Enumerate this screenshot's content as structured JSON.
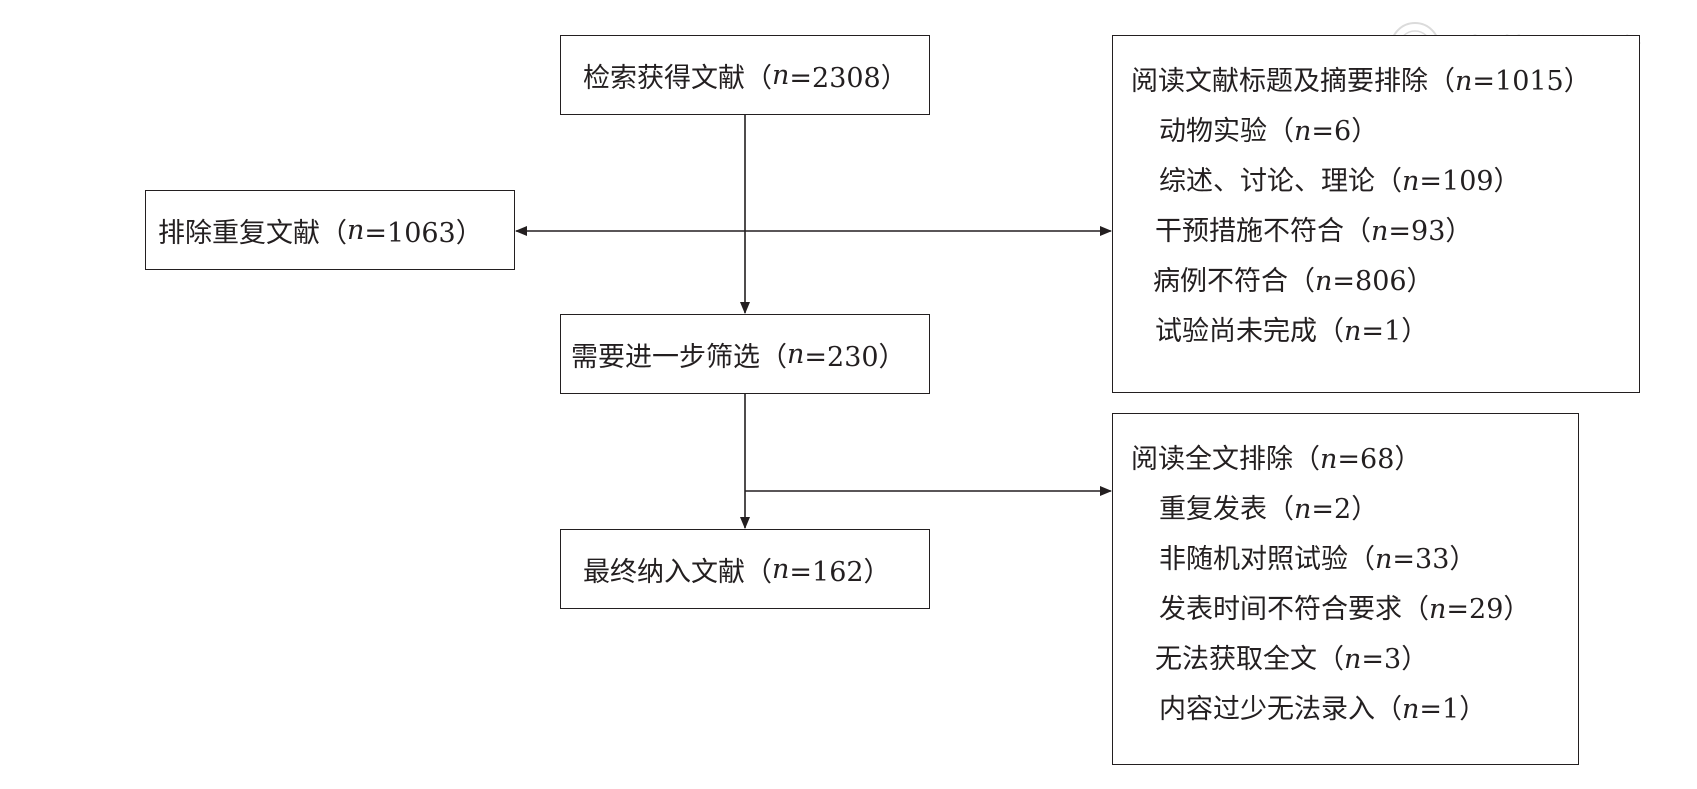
{
  "watermark": "中華醫學會",
  "boxes": {
    "search": {
      "label": "检索获得文献（",
      "n": "n",
      "value": "=2308）"
    },
    "duplicates": {
      "label": "排除重复文献（",
      "n": "n",
      "value": "=1063）"
    },
    "screen": {
      "label": "需要进一步筛选（",
      "n": "n",
      "value": "=230）"
    },
    "final": {
      "label": "最终纳入文献（",
      "n": "n",
      "value": "=162）"
    }
  },
  "exclusion_abstract": {
    "title": {
      "label": "阅读文献标题及摘要排除（",
      "n": "n",
      "value": "=1015）"
    },
    "items": [
      {
        "label": "动物实验（",
        "n": "n",
        "value": "=6）"
      },
      {
        "label": "综述、讨论、理论（",
        "n": "n",
        "value": "=109）"
      },
      {
        "label": "干预措施不符合（",
        "n": "n",
        "value": "=93）"
      },
      {
        "label": "病例不符合（",
        "n": "n",
        "value": "=806）"
      },
      {
        "label": "试验尚未完成（",
        "n": "n",
        "value": "=1）"
      }
    ]
  },
  "exclusion_fulltext": {
    "title": {
      "label": "阅读全文排除（",
      "n": "n",
      "value": "=68）"
    },
    "items": [
      {
        "label": "重复发表（",
        "n": "n",
        "value": "=2）"
      },
      {
        "label": "非随机对照试验（",
        "n": "n",
        "value": "=33）"
      },
      {
        "label": "发表时间不符合要求（",
        "n": "n",
        "value": "=29）"
      },
      {
        "label": "无法获取全文（",
        "n": "n",
        "value": "=3）"
      },
      {
        "label": "内容过少无法录入（",
        "n": "n",
        "value": "=1）"
      }
    ]
  }
}
